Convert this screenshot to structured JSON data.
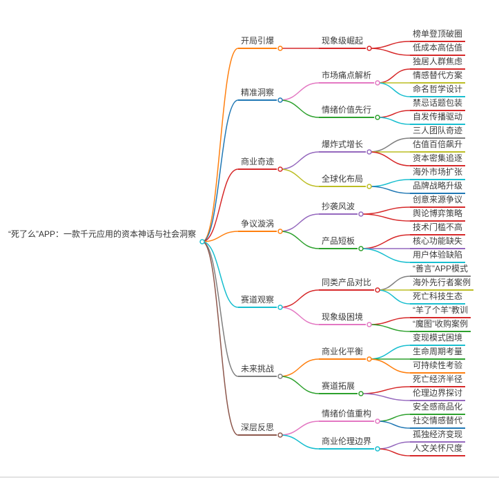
{
  "page": {
    "background": "#ffffff",
    "divider_color": "#e2e2e2"
  },
  "mindmap": {
    "root": {
      "text": "“死了么”APP：一款千元应用的资本神话与社会洞察",
      "color": "#17becf",
      "children": [
        {
          "text": "开局引爆",
          "color": "#ff7f0e",
          "children": [
            {
              "text": "现象级崛起",
              "color": "#d62728",
              "children": [
                {
                  "text": "榜单登顶破圈",
                  "color": "#d62728"
                },
                {
                  "text": "低成本高估值",
                  "color": "#d62728"
                }
              ]
            }
          ]
        },
        {
          "text": "精准洞察",
          "color": "#1f77b4",
          "children": [
            {
              "text": "市场痛点解析",
              "color": "#e377c2",
              "children": [
                {
                  "text": "独居人群焦虑",
                  "color": "#d62728"
                },
                {
                  "text": "情感替代方案",
                  "color": "#bcbd22"
                },
                {
                  "text": "命名哲学设计",
                  "color": "#17becf"
                }
              ]
            },
            {
              "text": "情绪价值先行",
              "color": "#2ca02c",
              "children": [
                {
                  "text": "禁忌话题包装",
                  "color": "#d62728"
                },
                {
                  "text": "自发传播驱动",
                  "color": "#17becf"
                }
              ]
            }
          ]
        },
        {
          "text": "商业奇迹",
          "color": "#d62728",
          "children": [
            {
              "text": "爆炸式增长",
              "color": "#9467bd",
              "children": [
                {
                  "text": "三人团队奇迹",
                  "color": "#7f7f7f"
                },
                {
                  "text": "估值百倍飙升",
                  "color": "#bcbd22"
                },
                {
                  "text": "资本密集追逐",
                  "color": "#d62728"
                }
              ]
            },
            {
              "text": "全球化布局",
              "color": "#bcbd22",
              "children": [
                {
                  "text": "海外市场扩张",
                  "color": "#17becf"
                },
                {
                  "text": "品牌战略升级",
                  "color": "#1f77b4"
                }
              ]
            }
          ]
        },
        {
          "text": "争议漩涡",
          "color": "#ff7f0e",
          "children": [
            {
              "text": "抄袭风波",
              "color": "#9467bd",
              "children": [
                {
                  "text": "创意来源争议",
                  "color": "#d62728"
                },
                {
                  "text": "舆论博弈策略",
                  "color": "#d62728"
                }
              ]
            },
            {
              "text": "产品短板",
              "color": "#2ca02c",
              "children": [
                {
                  "text": "技术门槛不高",
                  "color": "#d62728"
                },
                {
                  "text": "核心功能缺失",
                  "color": "#9467bd"
                },
                {
                  "text": "用户体验缺陷",
                  "color": "#17becf"
                }
              ]
            }
          ]
        },
        {
          "text": "赛道观察",
          "color": "#17becf",
          "children": [
            {
              "text": "同类产品对比",
              "color": "#d62728",
              "children": [
                {
                  "text": "“善言”APP模式",
                  "color": "#7f7f7f"
                },
                {
                  "text": "海外先行者案例",
                  "color": "#bcbd22"
                },
                {
                  "text": "死亡科技生态",
                  "color": "#17becf"
                }
              ]
            },
            {
              "text": "现象级困境",
              "color": "#e377c2",
              "children": [
                {
                  "text": "“羊了个羊”教训",
                  "color": "#d62728"
                },
                {
                  "text": "“魔图”收购案例",
                  "color": "#2ca02c"
                }
              ]
            }
          ]
        },
        {
          "text": "未来挑战",
          "color": "#7f7f7f",
          "children": [
            {
              "text": "商业化平衡",
              "color": "#ff7f0e",
              "children": [
                {
                  "text": "变现模式困境",
                  "color": "#17becf"
                },
                {
                  "text": "生命周期考量",
                  "color": "#2ca02c"
                },
                {
                  "text": "可持续性考验",
                  "color": "#ff7f0e"
                }
              ]
            },
            {
              "text": "赛道拓展",
              "color": "#2ca02c",
              "children": [
                {
                  "text": "死亡经济半径",
                  "color": "#d62728"
                },
                {
                  "text": "伦理边界探讨",
                  "color": "#9467bd"
                }
              ]
            }
          ]
        },
        {
          "text": "深层反思",
          "color": "#8c564b",
          "children": [
            {
              "text": "情绪价值重构",
              "color": "#e377c2",
              "children": [
                {
                  "text": "安全感商品化",
                  "color": "#2ca02c"
                },
                {
                  "text": "社交情感替代",
                  "color": "#1f77b4"
                }
              ]
            },
            {
              "text": "商业伦理边界",
              "color": "#17becf",
              "children": [
                {
                  "text": "孤独经济变现",
                  "color": "#9467bd"
                },
                {
                  "text": "人文关怀尺度",
                  "color": "#d62728"
                }
              ]
            }
          ]
        }
      ]
    }
  }
}
